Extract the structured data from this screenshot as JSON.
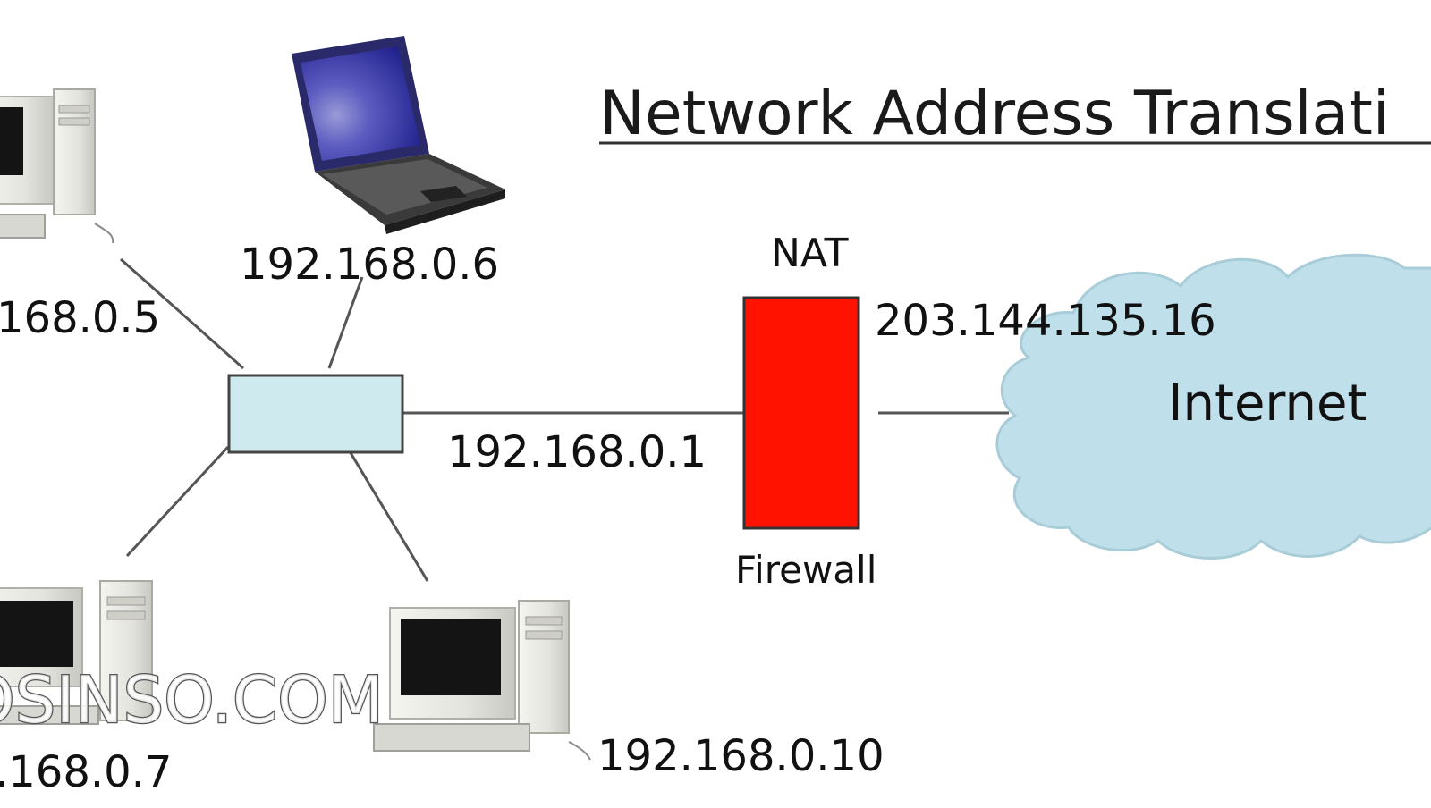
{
  "title": "Network Address Translati",
  "hosts": [
    {
      "id": "pc-left-top",
      "ip": "168.0.5",
      "icon": "desktop-computer-icon"
    },
    {
      "id": "laptop",
      "ip": "192.168.0.6",
      "icon": "laptop-icon"
    },
    {
      "id": "pc-left-bottom",
      "ip": ".168.0.7",
      "icon": "desktop-computer-icon"
    },
    {
      "id": "pc-bottom-middle",
      "ip": "192.168.0.10",
      "icon": "desktop-computer-icon"
    }
  ],
  "switch": {
    "icon": "network-switch-icon"
  },
  "gateway": {
    "inside_ip": "192.168.0.1",
    "nat_label": "NAT",
    "firewall_label": "Firewall",
    "outside_ip": "203.144.135.16",
    "icon": "firewall-icon"
  },
  "internet": {
    "label": "Internet",
    "icon": "cloud-icon"
  },
  "watermark": "OSINSO.COM",
  "colors": {
    "firewall": "#ff1200",
    "switch": "#cfeaee",
    "cloud": "#bfe0ea",
    "link": "#555555"
  }
}
